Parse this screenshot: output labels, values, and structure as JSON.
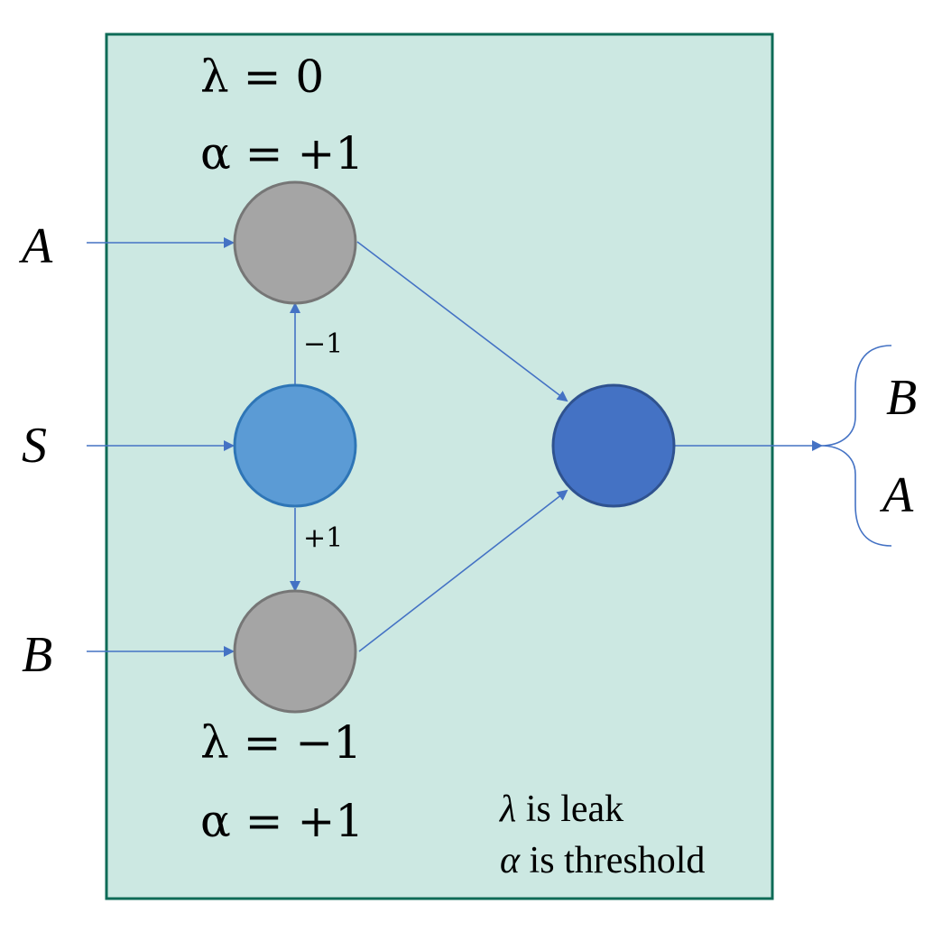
{
  "top_params": {
    "leak": "λ = 0",
    "threshold": "α = +1"
  },
  "bottom_params": {
    "leak": "λ = −1",
    "threshold": "α = +1"
  },
  "inputs": {
    "a": "A",
    "s": "S",
    "b": "B"
  },
  "weights": {
    "s_to_top": "−1",
    "s_to_bottom": "+1"
  },
  "outputs": {
    "first": "B",
    "second": "A"
  },
  "legend": {
    "leak_symbol": "λ",
    "leak_text": " is leak",
    "threshold_symbol": "α",
    "threshold_text": " is threshold"
  },
  "colors": {
    "panel_fill": "#CCE8E2",
    "panel_border": "#0E6B57",
    "gate_neuron": "#A5A5A5",
    "select_neuron": "#5B9BD5",
    "output_neuron": "#4472C4",
    "edge": "#4472C4"
  }
}
